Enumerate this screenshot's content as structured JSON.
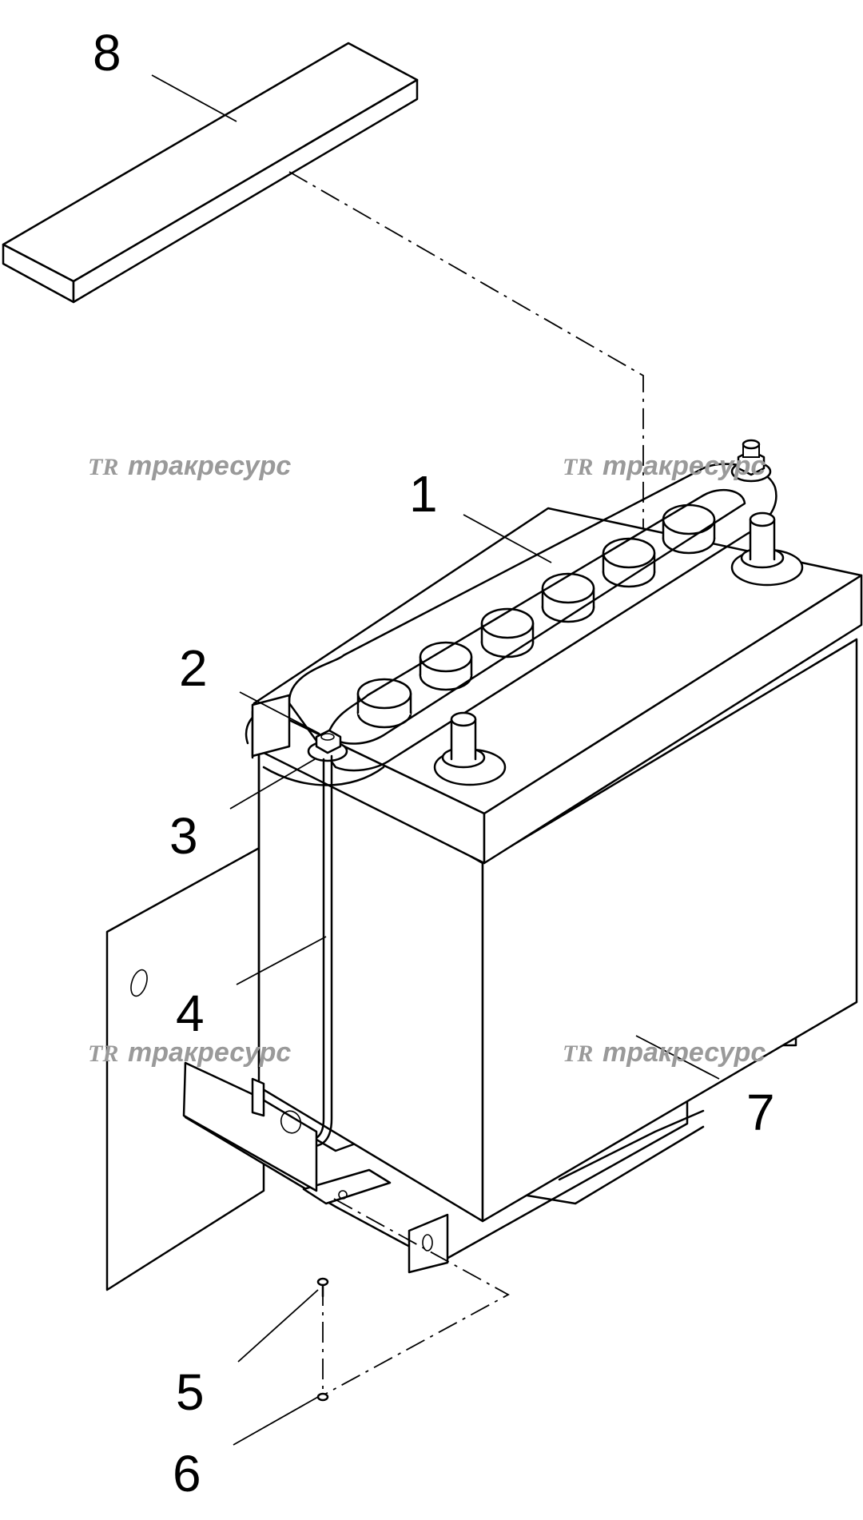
{
  "callouts": [
    {
      "id": "1",
      "label": "1"
    },
    {
      "id": "2",
      "label": "2"
    },
    {
      "id": "3",
      "label": "3"
    },
    {
      "id": "4",
      "label": "4"
    },
    {
      "id": "5",
      "label": "5"
    },
    {
      "id": "6",
      "label": "6"
    },
    {
      "id": "7",
      "label": "7"
    },
    {
      "id": "8",
      "label": "8"
    }
  ],
  "watermark": {
    "logo": "TR",
    "text": "тракресурс"
  }
}
